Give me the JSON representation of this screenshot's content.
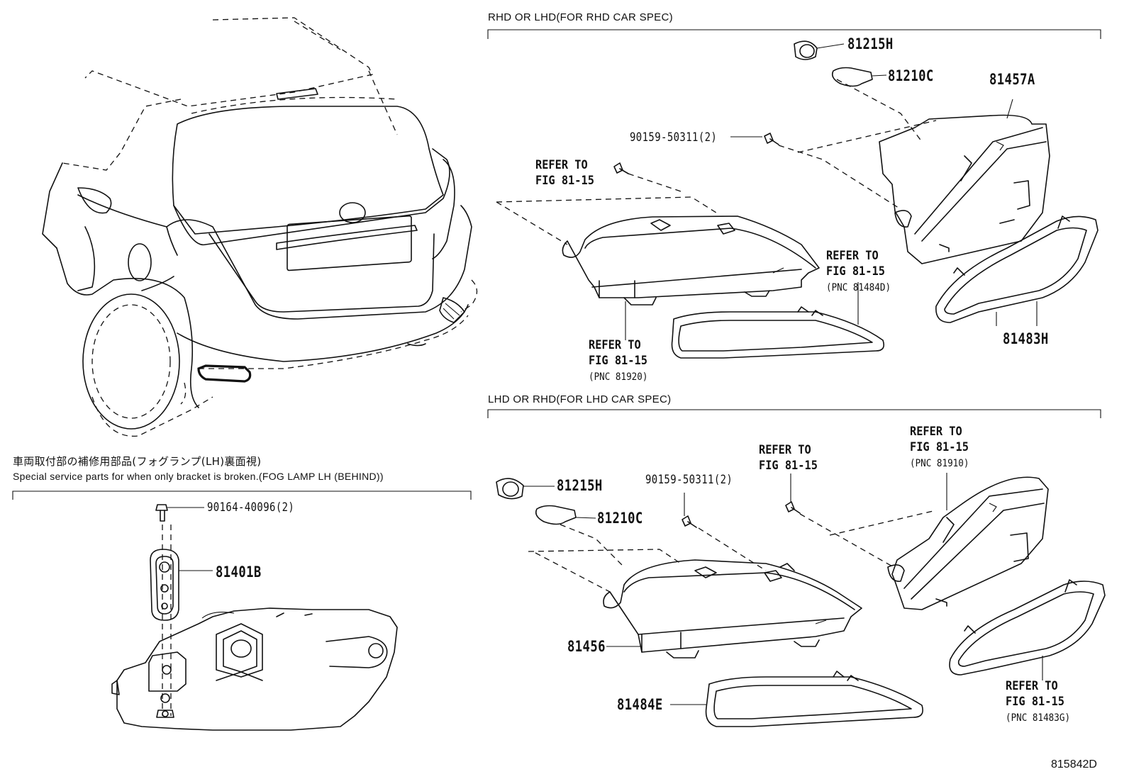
{
  "sections": {
    "top": {
      "title": "RHD OR LHD(FOR RHD CAR SPEC)"
    },
    "bottom": {
      "title": "LHD OR RHD(FOR LHD CAR SPEC)"
    },
    "special": {
      "title_jp": "車両取付部の補修用部品(フォグランプ(LH)裏面視)",
      "title_en": "Special service parts for when only bracket is broken.(FOG LAMP LH (BEHIND))"
    }
  },
  "parts": {
    "top_81215H": "81215H",
    "top_81210C": "81210C",
    "top_81457A": "81457A",
    "top_90159": "90159-50311(2)",
    "top_81483H": "81483H",
    "bot_81215H": "81215H",
    "bot_81210C": "81210C",
    "bot_90159": "90159-50311(2)",
    "bot_81456": "81456",
    "bot_81484E": "81484E",
    "sp_90164": "90164-40096(2)",
    "sp_81401B": "81401B"
  },
  "refs": {
    "top_screw": {
      "l1": "REFER TO",
      "l2": "FIG 81-15"
    },
    "top_lower": {
      "l1": "REFER TO",
      "l2": "FIG 81-15",
      "pnc": "(PNC 81920)"
    },
    "top_bezel": {
      "l1": "REFER TO",
      "l2": "FIG 81-15",
      "pnc": "(PNC 81484D)"
    },
    "bot_screw": {
      "l1": "REFER TO",
      "l2": "FIG 81-15"
    },
    "bot_lamp": {
      "l1": "REFER TO",
      "l2": "FIG 81-15",
      "pnc": "(PNC 81910)"
    },
    "bot_bezel": {
      "l1": "REFER TO",
      "l2": "FIG 81-15",
      "pnc": "(PNC 81483G)"
    }
  },
  "figure_id": "815842D"
}
